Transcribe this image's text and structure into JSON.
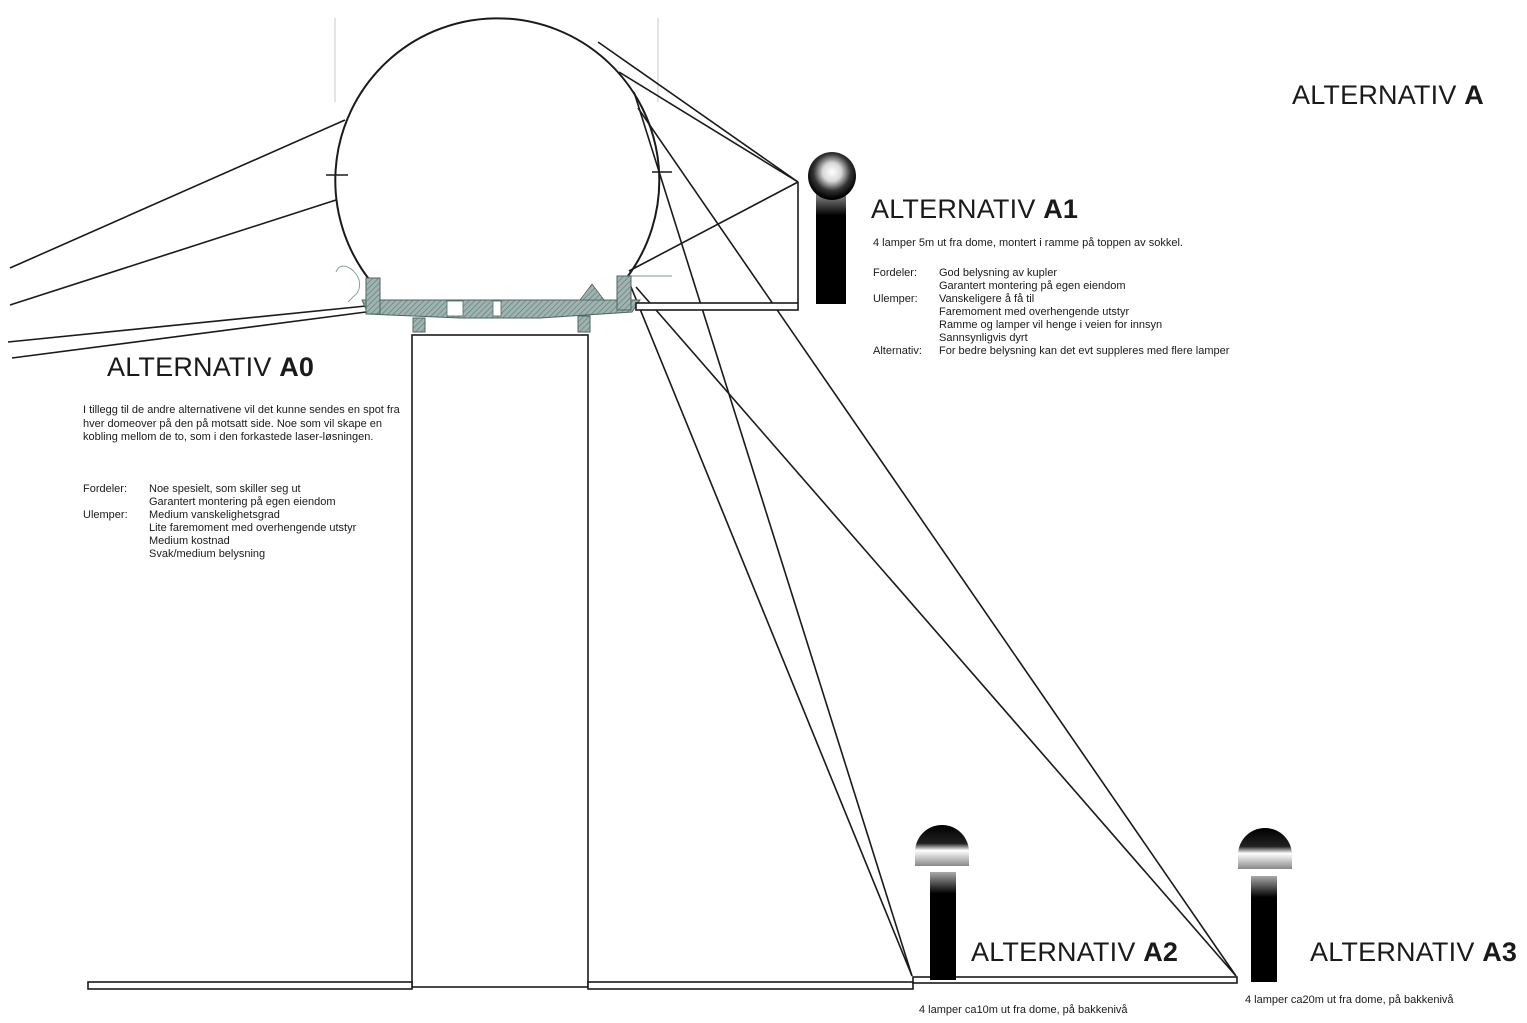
{
  "main_title": {
    "prefix": "ALTERNATIV ",
    "bold": "A"
  },
  "a1": {
    "title_prefix": "ALTERNATIV ",
    "title_bold": "A1",
    "description": "4 lamper 5m ut fra dome, montert i ramme på toppen av sokkel.",
    "rows": [
      {
        "key": "Fordeler:",
        "value": "God belysning av kupler"
      },
      {
        "key": "",
        "value": "Garantert montering på egen eiendom"
      },
      {
        "key": "Ulemper:",
        "value": "Vanskeligere å få til"
      },
      {
        "key": "",
        "value": "Faremoment med overhengende utstyr"
      },
      {
        "key": "",
        "value": "Ramme og lamper vil henge i veien for innsyn"
      },
      {
        "key": "",
        "value": "Sannsynligvis dyrt"
      },
      {
        "key": "Alternativ:",
        "value": "For bedre belysning kan det evt suppleres med flere lamper"
      }
    ]
  },
  "a0": {
    "title_prefix": "ALTERNATIV ",
    "title_bold": "A0",
    "paragraph": "I tillegg til de andre alternativene vil det kunne sendes en spot fra hver domeover på den på motsatt side. Noe som vil skape en kobling mellom de to, som i den forkastede laser-løsningen.",
    "rows": [
      {
        "key": "Fordeler:",
        "value": "Noe spesielt, som skiller seg ut"
      },
      {
        "key": "",
        "value": "Garantert montering på egen eiendom"
      },
      {
        "key": "Ulemper:",
        "value": "Medium vanskelighetsgrad"
      },
      {
        "key": "",
        "value": "Lite faremoment med overhengende utstyr"
      },
      {
        "key": "",
        "value": "Medium kostnad"
      },
      {
        "key": "",
        "value": "Svak/medium belysning"
      }
    ]
  },
  "a2": {
    "title_prefix": "ALTERNATIV ",
    "title_bold": "A2",
    "description": "4 lamper ca10m ut fra dome, på bakkenivå"
  },
  "a3": {
    "title_prefix": "ALTERNATIV ",
    "title_bold": "A3",
    "description": "4 lamper ca20m ut fra dome, på bakkenivå"
  },
  "colors": {
    "line": "#1a1a1a",
    "lamp_dark": "#000000",
    "slab_hatch": "#7f9a96"
  }
}
